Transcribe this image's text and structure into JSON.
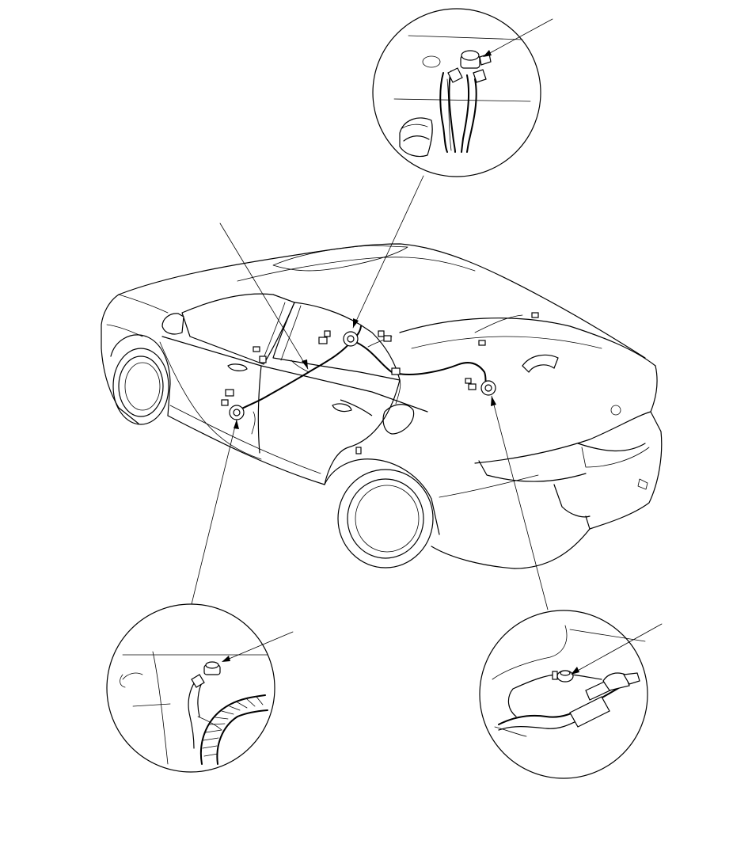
{
  "figure": {
    "background": "#ffffff",
    "line_color": "#000000",
    "subject": "sedan-rear-three-quarter-view",
    "callouts": [
      {
        "id": "top-detail",
        "icon": "sensor-connector-icon"
      },
      {
        "id": "bottom-left-detail",
        "icon": "sensor-connector-icon"
      },
      {
        "id": "bottom-right-detail",
        "icon": "sensor-connector-icon"
      }
    ],
    "visible_text": []
  }
}
